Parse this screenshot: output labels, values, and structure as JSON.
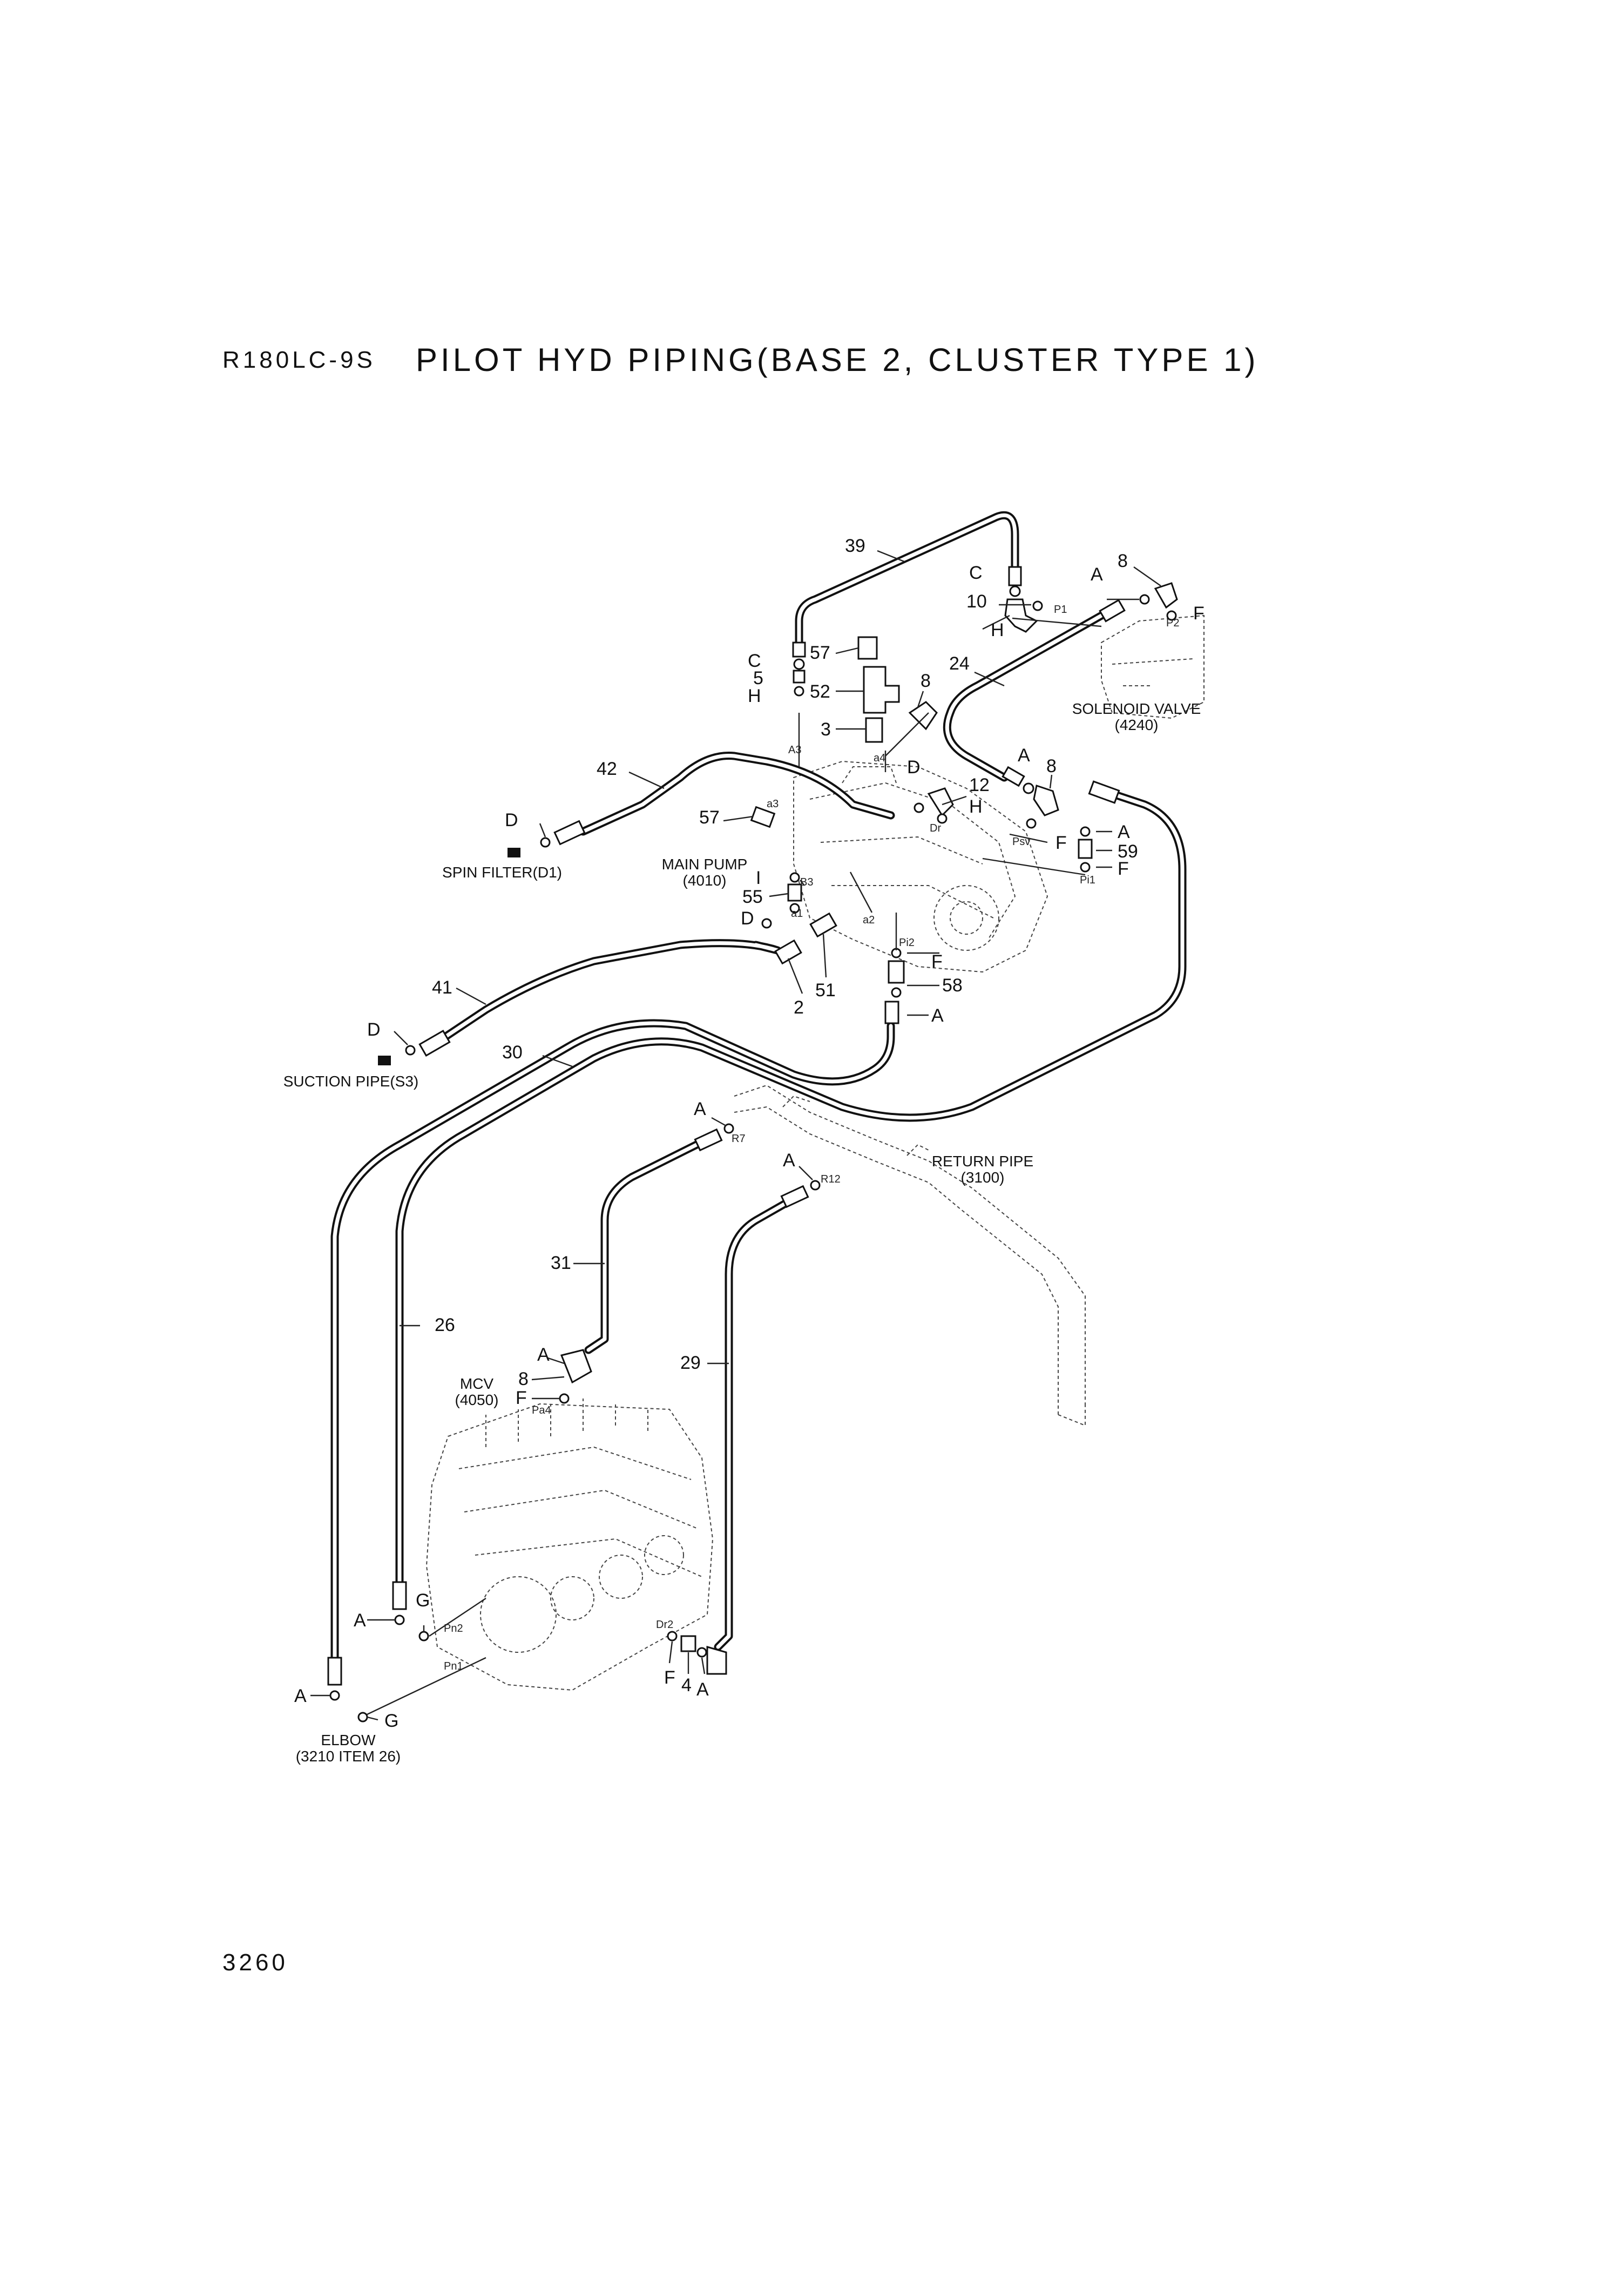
{
  "header": {
    "model": "R180LC-9S",
    "title": "PILOT HYD PIPING(BASE 2, CLUSTER TYPE 1)"
  },
  "footer": {
    "page_number": "3260"
  },
  "components": {
    "solenoid_valve": [
      "SOLENOID VALVE",
      "(4240)"
    ],
    "main_pump": [
      "MAIN PUMP",
      "(4010)"
    ],
    "spin_filter": "SPIN FILTER(D1)",
    "suction_pipe": "SUCTION PIPE(S3)",
    "return_pipe": [
      "RETURN PIPE",
      "(3100)"
    ],
    "mcv": [
      "MCV",
      "(4050)"
    ],
    "elbow": [
      "ELBOW",
      "(3210 ITEM 26)"
    ]
  },
  "callouts": {
    "n39": "39",
    "n24": "24",
    "n42": "42",
    "n41": "41",
    "n30": "30",
    "n31": "31",
    "n26": "26",
    "n29": "29",
    "n57a": "57",
    "n52": "52",
    "n3": "3",
    "n8a": "8",
    "n8b": "8",
    "n8c": "8",
    "n8d": "8",
    "n10": "10",
    "n5": "5",
    "n12": "12",
    "n57b": "57",
    "n55": "55",
    "n51": "51",
    "n2": "2",
    "n58": "58",
    "n59": "59",
    "n4": "4"
  },
  "letters": {
    "C1": "C",
    "C2": "C",
    "H1": "H",
    "H2": "H",
    "H3": "H",
    "A1": "A",
    "A2": "A",
    "A3": "A",
    "A4": "A",
    "A5": "A",
    "A6": "A",
    "A7": "A",
    "A8": "A",
    "A9": "A",
    "A10": "A",
    "F1": "F",
    "F2": "F",
    "F3": "F",
    "F4": "F",
    "F5": "F",
    "F6": "F",
    "D1": "D",
    "D2": "D",
    "D3": "D",
    "D4": "D",
    "I1": "I",
    "G1": "G",
    "G2": "G"
  },
  "ports": {
    "p1": "P1",
    "p2": "P2",
    "a3": "A3",
    "a4": "a4",
    "a3b": "a3",
    "b3": "B3",
    "a1": "a1",
    "a2": "a2",
    "dr": "Dr",
    "psv": "Psv",
    "pi1": "Pi1",
    "pi2": "Pi2",
    "r7": "R7",
    "r12": "R12",
    "pa4": "Pa4",
    "pn2": "Pn2",
    "pn1": "Pn1",
    "dr2": "Dr2"
  }
}
